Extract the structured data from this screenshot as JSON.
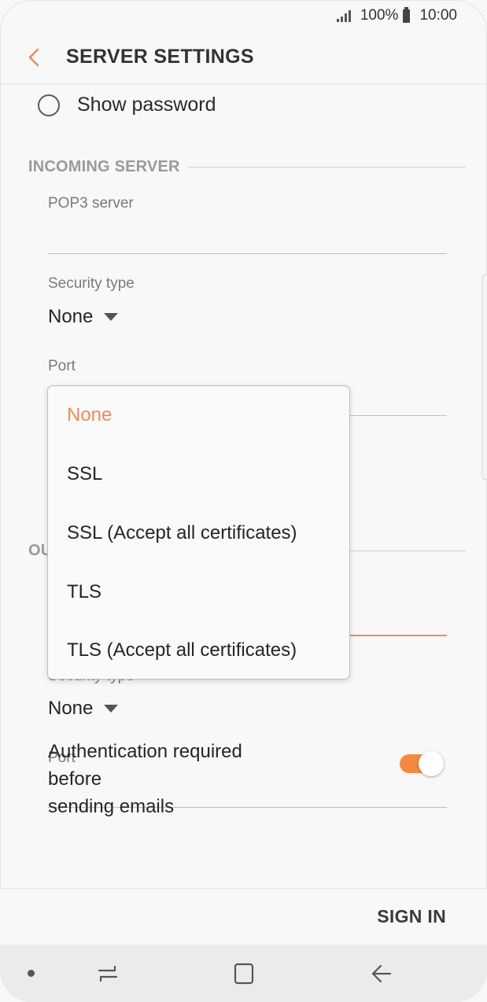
{
  "status_bar": {
    "battery_text": "100%",
    "time": "10:00",
    "icons": [
      "signal-icon",
      "battery-icon"
    ]
  },
  "app_bar": {
    "title": "SERVER SETTINGS",
    "back_icon": "chevron-left-icon"
  },
  "show_password": {
    "label": "Show password",
    "checked": false
  },
  "incoming_server": {
    "header": "INCOMING SERVER",
    "server_label": "POP3 server",
    "server_value": "",
    "security_label": "Security type",
    "security_value": "None",
    "port_label": "Port",
    "port_value": ""
  },
  "outgoing_server": {
    "header_partial": "OU",
    "security_label_partial": "Security type",
    "security_value": "None",
    "port_label": "Port",
    "port_value": ""
  },
  "auth": {
    "label_line1": "Authentication required before",
    "label_line2": "sending emails",
    "enabled": true,
    "accent": "#f58a3f"
  },
  "dropdown": {
    "selected": "None",
    "options": [
      "None",
      "SSL",
      "SSL (Accept all certificates)",
      "TLS",
      "TLS (Accept all certificates)"
    ]
  },
  "actions": {
    "sign_in": "SIGN IN"
  },
  "nav_bar": {
    "icons": [
      "dot-icon",
      "recents-icon",
      "home-icon",
      "back-icon"
    ]
  },
  "colors": {
    "accent": "#f08a55",
    "background": "#f8f8f8"
  }
}
